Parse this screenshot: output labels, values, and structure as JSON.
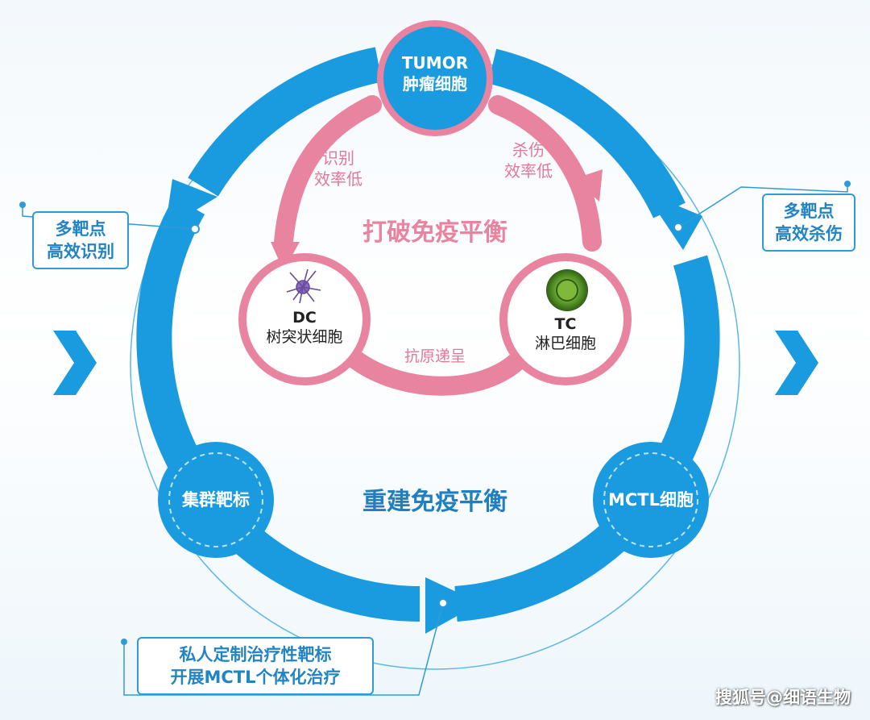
{
  "tumor": {
    "en": "TUMOR",
    "zh": "肿瘤细胞"
  },
  "dc": {
    "en": "DC",
    "zh": "树突状细胞"
  },
  "tc": {
    "en": "TC",
    "zh": "淋巴细胞"
  },
  "labels": {
    "recognition_low": [
      "识别",
      "效率低"
    ],
    "kill_low": [
      "杀伤",
      "效率低"
    ],
    "antigen": "抗原递呈",
    "break_balance": "打破免疫平衡",
    "rebuild_balance": "重建免疫平衡"
  },
  "nodes": {
    "cluster_target": "集群靶标",
    "mctl": "MCTL细胞"
  },
  "callouts": {
    "left": [
      "多靶点",
      "高效识别"
    ],
    "right": [
      "多靶点",
      "高效杀伤"
    ],
    "bottom": [
      "私人定制治疗性靶标",
      "开展MCTL个体化治疗"
    ]
  },
  "watermark": "搜狐号@细语生物",
  "colors": {
    "blue": "#1a9be0",
    "pink": "#e8849f",
    "dark_blue": "#1f7fc0"
  }
}
